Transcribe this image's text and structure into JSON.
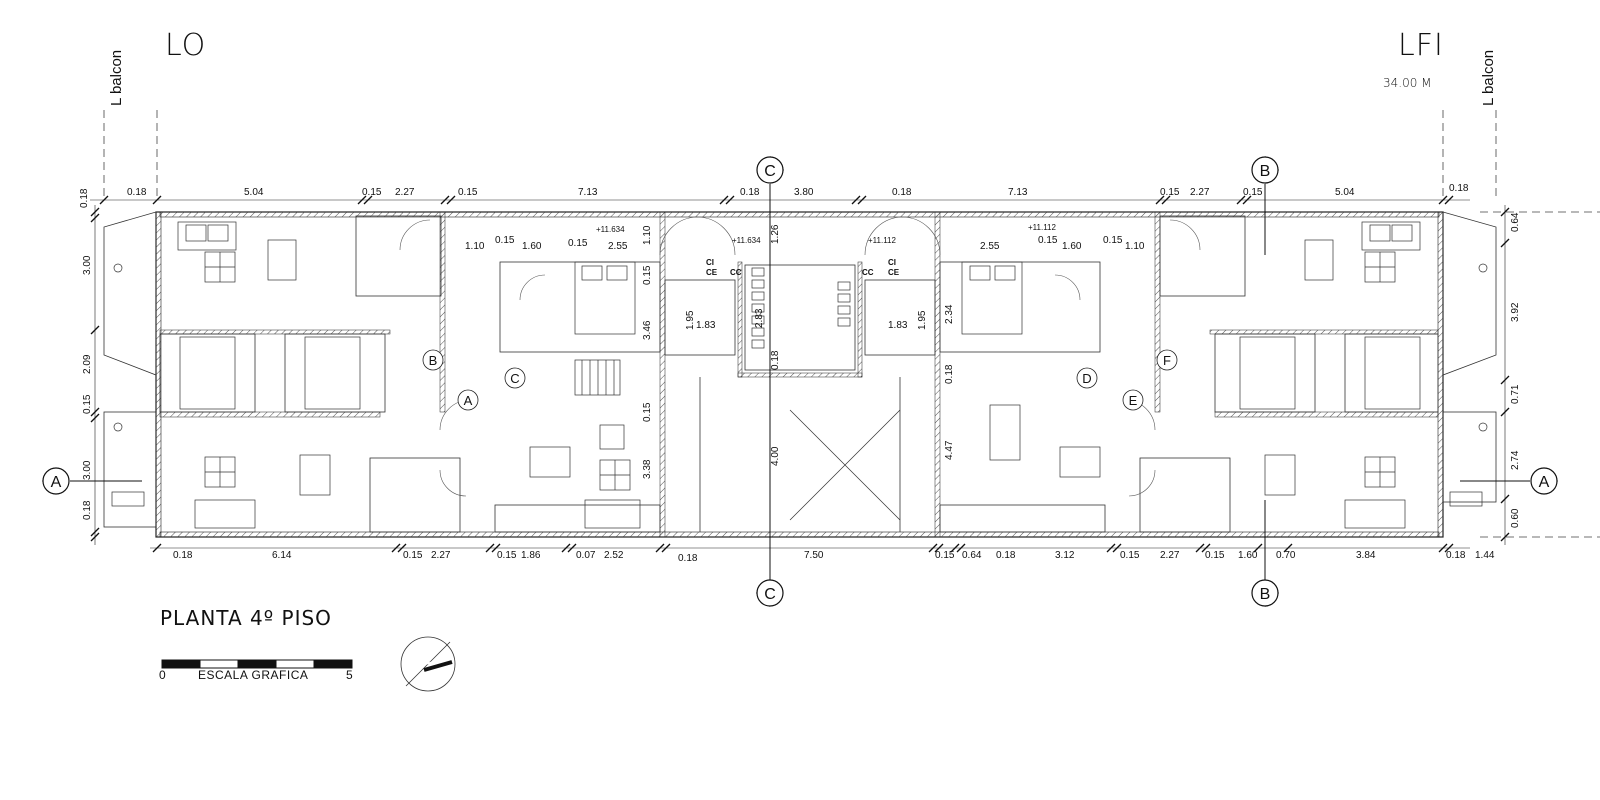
{
  "header": {
    "left_label": "LO",
    "right_label": "LFI",
    "right_height": "34.00 M",
    "balcony_left": "L balcon",
    "balcony_right": "L balcon"
  },
  "plan_title": "PLANTA 4º PISO",
  "scale": {
    "start": "0",
    "label": "ESCALA GRAFICA",
    "end": "5"
  },
  "axes": {
    "a": "A",
    "b": "B",
    "c": "C"
  },
  "room_tags": [
    "B",
    "A",
    "C",
    "D",
    "F",
    "E"
  ],
  "levels": [
    "+11.634",
    "+11.634",
    "+11.112",
    "+11.112"
  ],
  "shaft_labels": [
    "CI",
    "CE",
    "CC",
    "CC",
    "CI",
    "CE"
  ],
  "dims_top": [
    "0.18",
    "5.04",
    "0.15",
    "2.27",
    "0.15",
    "7.13",
    "0.18",
    "3.80",
    "0.18",
    "7.13",
    "0.15",
    "2.27",
    "0.15",
    "5.04",
    "0.18"
  ],
  "dims_bottom": [
    "0.18",
    "6.14",
    "0.15",
    "2.27",
    "0.15",
    "1.86",
    "0.07",
    "2.52",
    "0.18",
    "7.50",
    "0.15",
    "0.64",
    "0.18",
    "3.12",
    "0.15",
    "2.27",
    "0.15",
    "1.60",
    "0.70",
    "3.84",
    "0.18",
    "1.44"
  ],
  "dims_left": [
    "0.18",
    "3.00",
    "2.09",
    "0.15",
    "3.00",
    "0.18"
  ],
  "dims_right": [
    "0.64",
    "3.92",
    "0.71",
    "2.74",
    "0.60"
  ],
  "dims_inner": [
    "1.10",
    "0.15",
    "1.60",
    "0.15",
    "2.55",
    "1.10",
    "0.15",
    "3.46",
    "0.15",
    "3.38",
    "1.95",
    "1.83",
    "2.83",
    "1.26",
    "0.18",
    "4.00",
    "1.83",
    "1.95",
    "2.34",
    "0.18",
    "4.47",
    "2.55",
    "0.15",
    "1.60",
    "0.15",
    "1.10"
  ]
}
